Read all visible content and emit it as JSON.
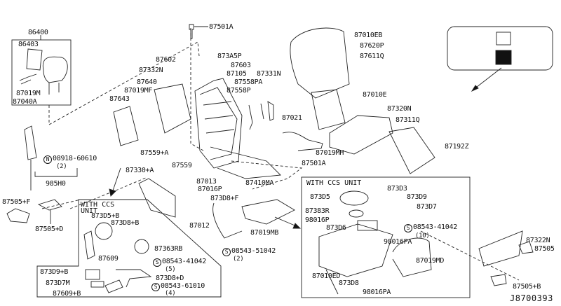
{
  "diagram_code": "J8700393",
  "captions": {
    "with_ccs_unit_left_1": "WITH CCS",
    "with_ccs_unit_left_2": "UNIT",
    "with_ccs_unit_right": "WITH CCS UNIT"
  },
  "labels": {
    "l86400": "86400",
    "l86403": "86403",
    "l87019M": "87019M",
    "l87040A": "87040A",
    "l87501A_top": "87501A",
    "l87602": "87602",
    "l873A5P": "873A5P",
    "l87603": "87603",
    "l87332N": "87332N",
    "l87105": "87105",
    "l87331N": "87331N",
    "l87640": "87640",
    "l87558PA": "87558PA",
    "l87019MF": "87019MF",
    "l87558P": "87558P",
    "l87643": "87643",
    "l87559A": "87559+A",
    "l08918": "08918-60610",
    "q08918": "(2)",
    "l985H0": "985H0",
    "l87559": "87559",
    "l87330A": "87330+A",
    "l87013": "87013",
    "l87016P": "87016P",
    "l87410MA": "87410MA",
    "l873D8F": "873D8+F",
    "l87505F": "87505+F",
    "l87505D": "87505+D",
    "l873D5B": "873D5+B",
    "l873D8B": "873D8+B",
    "l87012": "87012",
    "l87019MB": "87019MB",
    "l87363RB": "87363RB",
    "l08543_51042": "08543-51042",
    "q08543_51042": "(2)",
    "l87609": "87609",
    "l08543_41042a": "08543-41042",
    "q08543_41042a": "(5)",
    "l873D9B": "873D9+B",
    "l873D8D": "873D8+D",
    "l873D7M": "873D7M",
    "l08543_61010": "08543-61010",
    "q08543_61010": "(4)",
    "l87609B": "87609+B",
    "l87010EB": "87010EB",
    "l87620P": "87620P",
    "l87611Q": "87611Q",
    "l87010E": "87010E",
    "l87320N": "87320N",
    "l87021": "87021",
    "l87311Q": "87311Q",
    "l87192Z": "87192Z",
    "l87019MH": "87019MH",
    "l87501A_mid": "87501A",
    "l873D3": "873D3",
    "l873D5": "873D5",
    "l873D9": "873D9",
    "l873D7": "873D7",
    "l87383R": "87383R",
    "l98016P": "98016P",
    "l873D6": "873D6",
    "l08543_41042b": "08543-41042",
    "q08543_41042b": "(10)",
    "l98016PA_a": "98016PA",
    "l87322N": "87322N",
    "l87505": "87505",
    "l87019MD": "87019MD",
    "l87010ED": "87010ED",
    "l873D8": "873D8",
    "l87505B": "87505+B",
    "l98016PA_b": "98016PA"
  },
  "symbols": {
    "N": "N",
    "S": "S"
  }
}
